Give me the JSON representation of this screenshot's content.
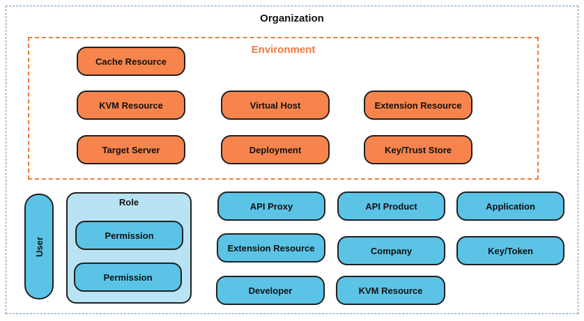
{
  "organization": {
    "title": "Organization"
  },
  "environment": {
    "title": "Environment",
    "items": [
      "Cache Resource",
      "KVM Resource",
      "Virtual Host",
      "Extension Resource",
      "Target Server",
      "Deployment",
      "Key/Trust Store"
    ]
  },
  "user": {
    "label": "User"
  },
  "role": {
    "title": "Role",
    "permissions": [
      "Permission",
      "Permission"
    ]
  },
  "org_resources": {
    "items": [
      "API Proxy",
      "API Product",
      "Application",
      "Extension Resource",
      "Company",
      "Key/Token",
      "Developer",
      "KVM Resource"
    ]
  },
  "colors": {
    "environment": "#f7844d",
    "environment_border": "#f07a3e",
    "org_resource": "#5bc3e6",
    "role_bg": "#b9e3f4",
    "org_border": "#6a8fb5"
  }
}
